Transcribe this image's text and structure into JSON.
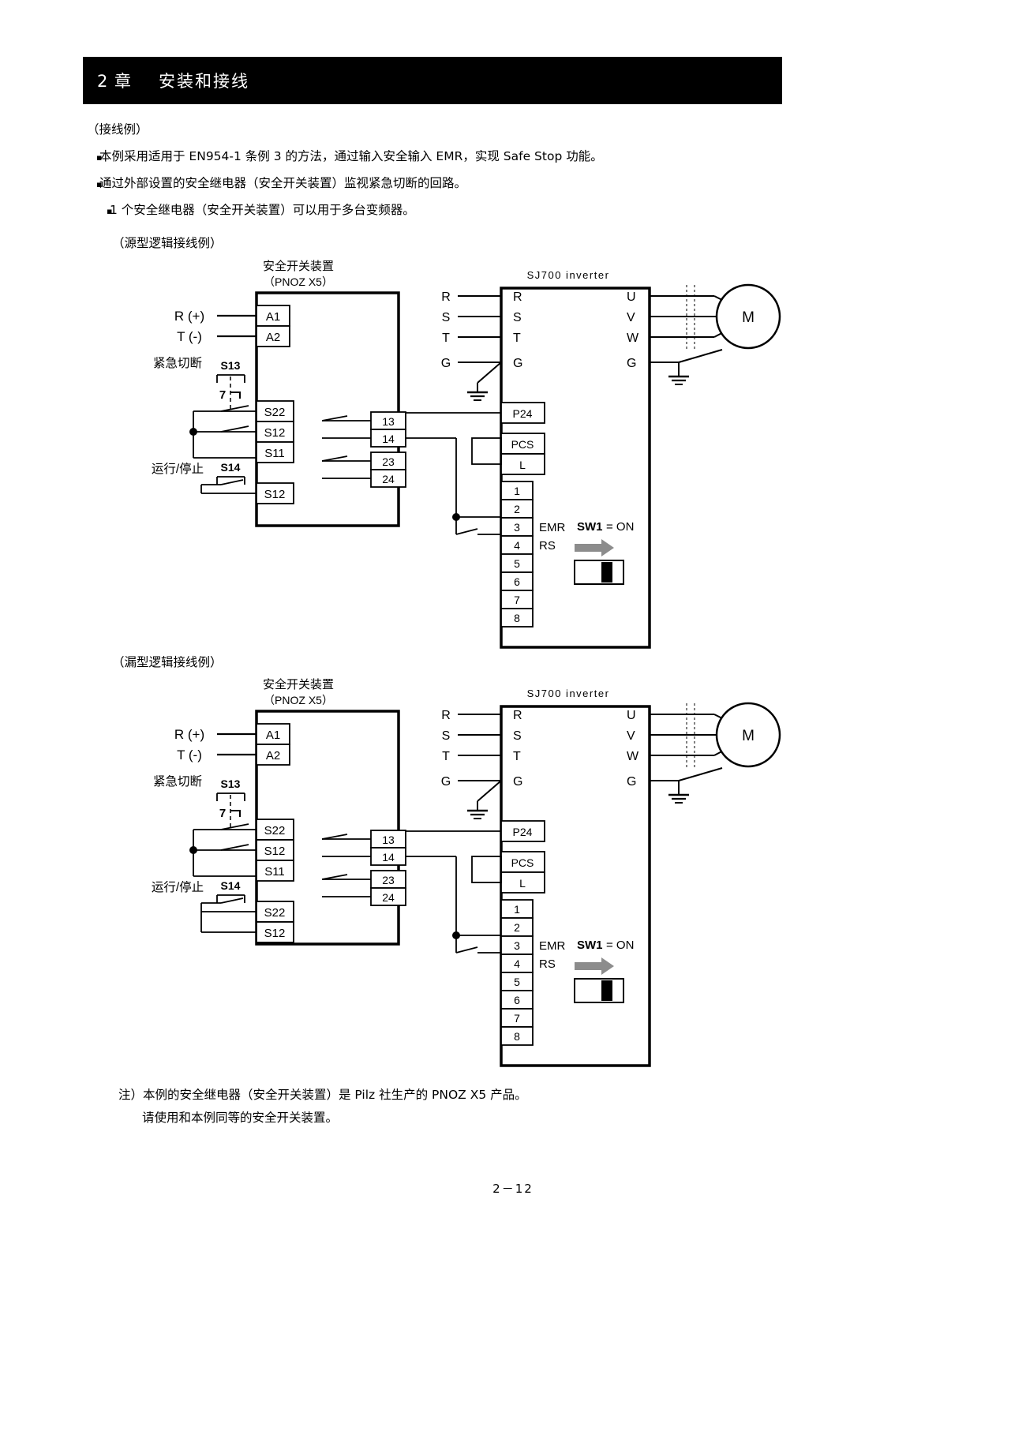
{
  "header": {
    "chapter_number": "2 章",
    "chapter_title": "安装和接线"
  },
  "intro": {
    "title": "（接线例）",
    "bullets": [
      "本例采用适用于 EN954-1 条例 3 的方法，通过输入安全输入 EMR，实现 Safe Stop 功能。",
      "通过外部设置的安全继电器（安全开关装置）监视紧急切断的回路。",
      "1 个安全继电器（安全开关装置）可以用于多台变频器。"
    ],
    "bullet_marker": "▪"
  },
  "diagram1": {
    "caption": "（源型逻辑接线例）",
    "relay_title": "安全开关装置",
    "relay_subtitle": "（PNOZ X5）",
    "inverter_title": "SJ700 inverter",
    "supply_labels": [
      "R (+)",
      "T (-)"
    ],
    "relay_terminals_top": [
      "A1",
      "A2"
    ],
    "relay_terminals_mid": [
      "S22",
      "S12",
      "S11"
    ],
    "relay_terminals_bot": [
      "S12"
    ],
    "switch_labels": {
      "s13": "S13",
      "s14": "S14"
    },
    "left_labels": {
      "emergency": "紧急切断",
      "runstop": "运行/停止"
    },
    "contact_terminals": [
      "13",
      "14",
      "23",
      "24"
    ],
    "power_in": [
      "R",
      "S",
      "T",
      "G"
    ],
    "inverter_in": [
      "R",
      "S",
      "T",
      "G"
    ],
    "inverter_out": [
      "U",
      "V",
      "W",
      "G"
    ],
    "motor_label": "M",
    "control_terminals": [
      "P24",
      "PCS",
      "L"
    ],
    "io_terminals": [
      "1",
      "2",
      "3",
      "4",
      "5",
      "6",
      "7",
      "8"
    ],
    "io_names": {
      "t3": "EMR",
      "t4": "RS"
    },
    "sw1_label": "SW1",
    "sw1_state": "= ON"
  },
  "diagram2": {
    "caption": "（漏型逻辑接线例）",
    "relay_title": "安全开关装置",
    "relay_subtitle": "（PNOZ X5）",
    "inverter_title": "SJ700 inverter",
    "supply_labels": [
      "R (+)",
      "T (-)"
    ],
    "relay_terminals_top": [
      "A1",
      "A2"
    ],
    "relay_terminals_mid": [
      "S22",
      "S12",
      "S11"
    ],
    "relay_terminals_bot": [
      "S22",
      "S12"
    ],
    "switch_labels": {
      "s13": "S13",
      "s14": "S14"
    },
    "left_labels": {
      "emergency": "紧急切断",
      "runstop": "运行/停止"
    },
    "contact_terminals": [
      "13",
      "14",
      "23",
      "24"
    ],
    "power_in": [
      "R",
      "S",
      "T",
      "G"
    ],
    "inverter_in": [
      "R",
      "S",
      "T",
      "G"
    ],
    "inverter_out": [
      "U",
      "V",
      "W",
      "G"
    ],
    "motor_label": "M",
    "control_terminals": [
      "P24",
      "PCS",
      "L"
    ],
    "io_terminals": [
      "1",
      "2",
      "3",
      "4",
      "5",
      "6",
      "7",
      "8"
    ],
    "io_names": {
      "t3": "EMR",
      "t4": "RS"
    },
    "sw1_label": "SW1",
    "sw1_state": "= ON"
  },
  "note": {
    "line1": "注）本例的安全继电器（安全开关装置）是 Pilz 社生产的 PNOZ X5 产品。",
    "line2": "请使用和本例同等的安全开关装置。"
  },
  "footer": {
    "page_number": "2－12"
  },
  "colors": {
    "ink": "#000000",
    "paper": "#ffffff",
    "arrow": "#8c8c8c"
  }
}
